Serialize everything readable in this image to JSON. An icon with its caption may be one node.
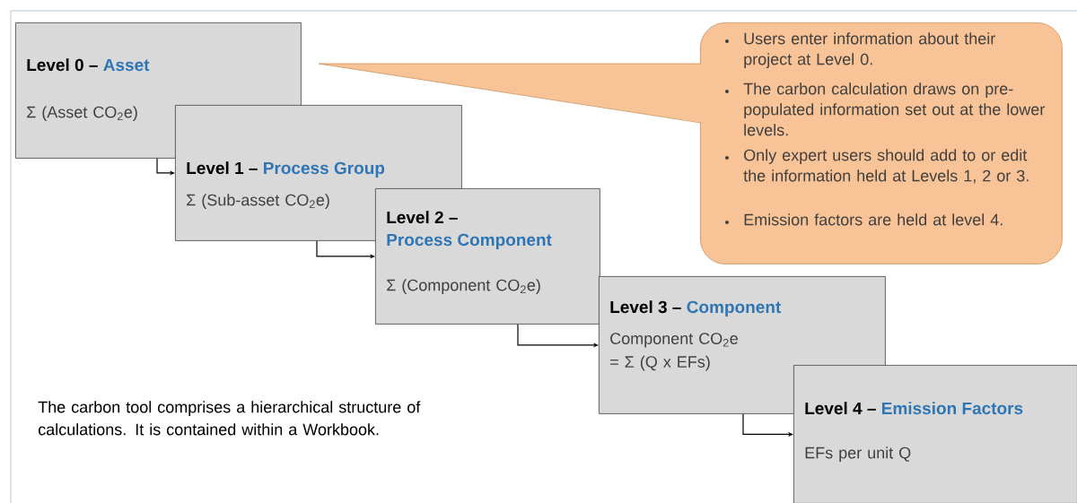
{
  "diagram": {
    "nodes": [
      {
        "text": [
          "Level 0 –",
          "Asset",
          "Σ (Asset CO$_{2}$e)"
        ]
      },
      {
        "text": [
          "Level 1 –",
          "Process Group",
          "Σ (Sub-asset CO$_{2}$e)"
        ]
      },
      {
        "text": [
          "Level 2 –",
          "Process Component",
          "Σ (Component CO$_{2}$e)"
        ]
      },
      {
        "text": [
          "Level 3 –",
          "Component",
          "Component CO$_{2}$e = Σ (Q x EFs)"
        ]
      },
      {
        "text": [
          "Level 4 –",
          "Emission Factors",
          "EFs per unit Q"
        ]
      },
      {
        "text": [
          "Users enter information about their project at Level 0.",
          "The carbon calculation draws on pre-populated information set out at the lower levels.",
          "Only expert users should add to or edit the information held at Levels 1, 2 or 3.",
          "Emission factors are held at level 4."
        ]
      }
    ],
    "edges": [
      {
        "from": 0,
        "to": 1,
        "arrow": "to"
      },
      {
        "from": 1,
        "to": 2,
        "arrow": "to"
      },
      {
        "from": 2,
        "to": 3,
        "arrow": "to"
      },
      {
        "from": 3,
        "to": 4,
        "arrow": "to"
      }
    ],
    "labels": [
      "The carbon tool comprises a hierarchical structure of calculations. It is contained within a Workbook."
    ]
  }
}
